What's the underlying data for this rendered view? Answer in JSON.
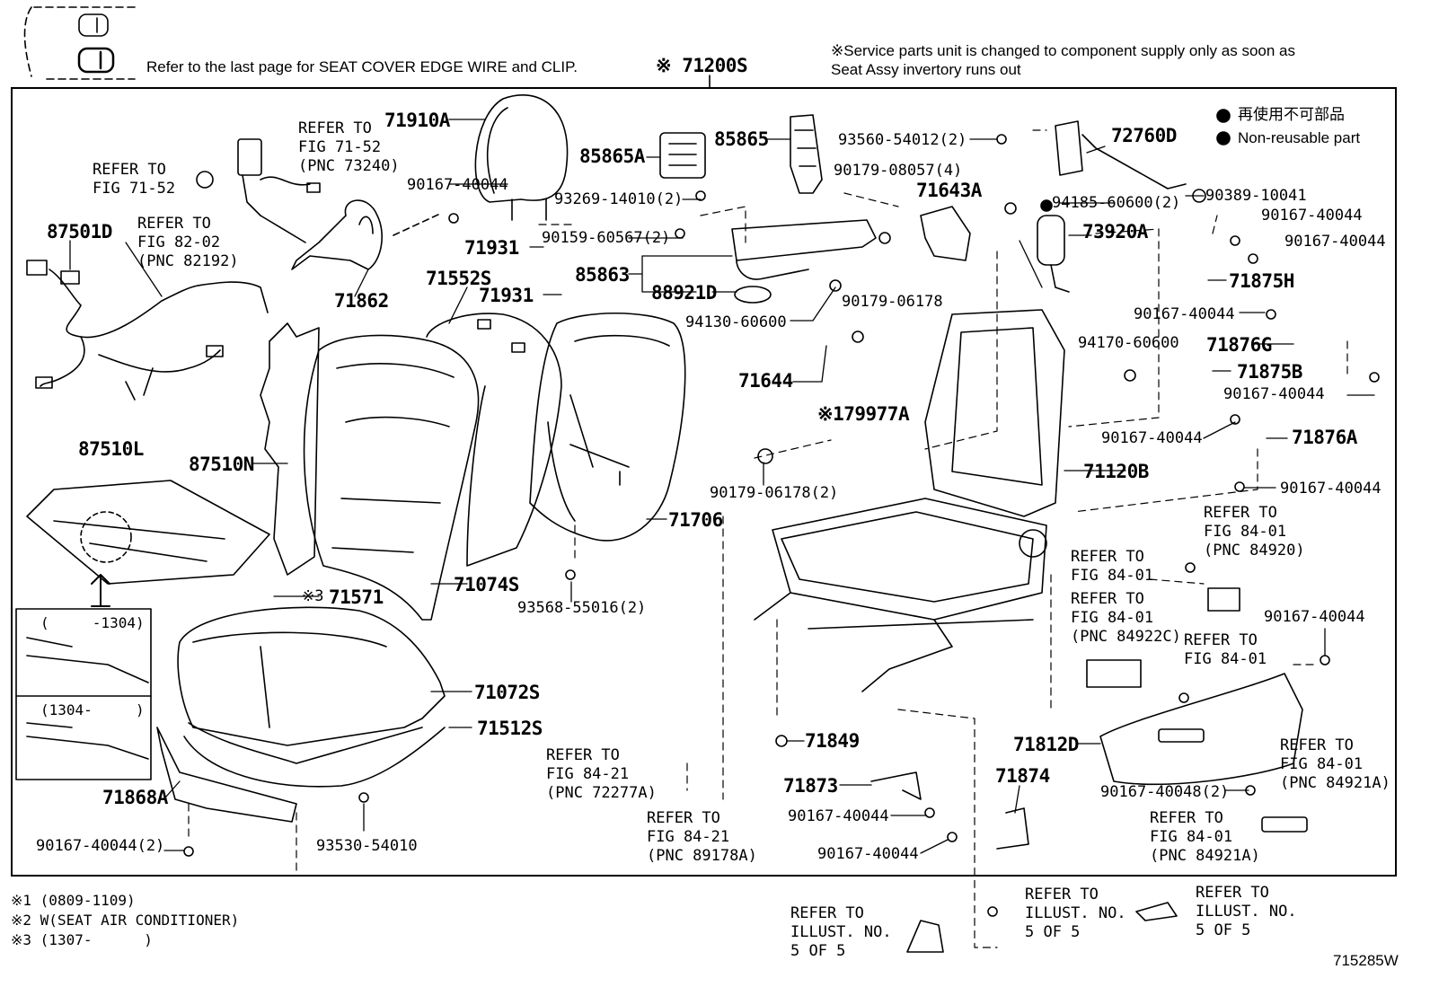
{
  "header": {
    "note": "Refer to the last page for SEAT COVER EDGE WIRE and CLIP.",
    "assembly": "※ 71200S",
    "service_note_line1": "※Service parts unit is changed to component supply only as soon as",
    "service_note_line2": "Seat Assy invertory runs out"
  },
  "legend": {
    "jp": "再使用不可部品",
    "en": "Non-reusable part"
  },
  "parts": {
    "p71910A": "71910A",
    "p85865A": "85865A",
    "p85865": "85865",
    "p93560": "93560-54012(2)",
    "p72760D": "72760D",
    "p90167_a": "90167-40044",
    "p93269": "93269-14010(2)",
    "p90179_08057": "90179-08057(4)",
    "p71643A": "71643A",
    "p94185": "94185-60600(2)",
    "p90389": "90389-10041",
    "p90167_b": "90167-40044",
    "p90167_c": "90167-40044",
    "p87501D": "87501D",
    "p90159": "90159-60567(2)",
    "p71931_a": "71931",
    "p73920A": "73920A",
    "p71552S": "71552S",
    "p85863": "85863",
    "p71931_b": "71931",
    "p88921D": "88921D",
    "p71875H": "71875H",
    "p71862": "71862",
    "p90179_06178": "90179-06178",
    "p94130": "94130-60600",
    "p90167_d": "90167-40044",
    "p71876G": "71876G",
    "p94170": "94170-60600",
    "p71875B": "71875B",
    "p71644": "71644",
    "p90167_e": "90167-40044",
    "p179977A": "※179977A",
    "p90167_f": "90167-40044",
    "p71876A": "71876A",
    "p87510L": "87510L",
    "p87510N": "87510N",
    "p71120B": "71120B",
    "p90179_06178_2": "90179-06178(2)",
    "p90167_g": "90167-40044",
    "p71706": "71706",
    "p71571": "71571",
    "p71571_mark": "※3",
    "p71074S": "71074S",
    "p93568": "93568-55016(2)",
    "p90167_h": "90167-40044",
    "p71072S": "71072S",
    "p71512S": "71512S",
    "p71849": "71849",
    "p71812D": "71812D",
    "p71873": "71873",
    "p71874": "71874",
    "p90167_i": "90167-40048(2)",
    "p71868A": "71868A",
    "p90167_j": "90167-40044",
    "p90167_k": "90167-40044",
    "p90167_l": "90167-40044(2)",
    "p93530": "93530-54010"
  },
  "refs": {
    "r1": "REFER TO\nFIG 71-52\n(PNC 73240)",
    "r2": "REFER TO\nFIG 71-52",
    "r3": "REFER TO\nFIG 82-02\n(PNC 82192)",
    "r4": "REFER TO\nFIG 84-01\n(PNC 84920)",
    "r5": "REFER TO\nFIG 84-01",
    "r6": "REFER TO\nFIG 84-01\n(PNC 84922C)",
    "r7": "REFER TO\nFIG 84-01",
    "r8": "REFER TO\nFIG 84-21\n(PNC 72277A)",
    "r9": "REFER TO\nFIG 84-21\n(PNC 89178A)",
    "r10": "REFER TO\nFIG 84-01\n(PNC 84921A)",
    "r11": "REFER TO\nFIG 84-01\n(PNC 84921A)",
    "r12": "REFER TO\nILLUST. NO.\n5 OF 5",
    "r13": "REFER TO\nILLUST. NO.\n5 OF 5",
    "r14": "REFER TO\nILLUST. NO.\n5 OF 5"
  },
  "inset": {
    "top": "(     -1304)",
    "bottom": "(1304-     )"
  },
  "footnotes": {
    "n1": "※1 (0809-1109)",
    "n2": "※2 W(SEAT AIR CONDITIONER)",
    "n3": "※3 (1307-      )"
  },
  "figure_id": "715285W"
}
